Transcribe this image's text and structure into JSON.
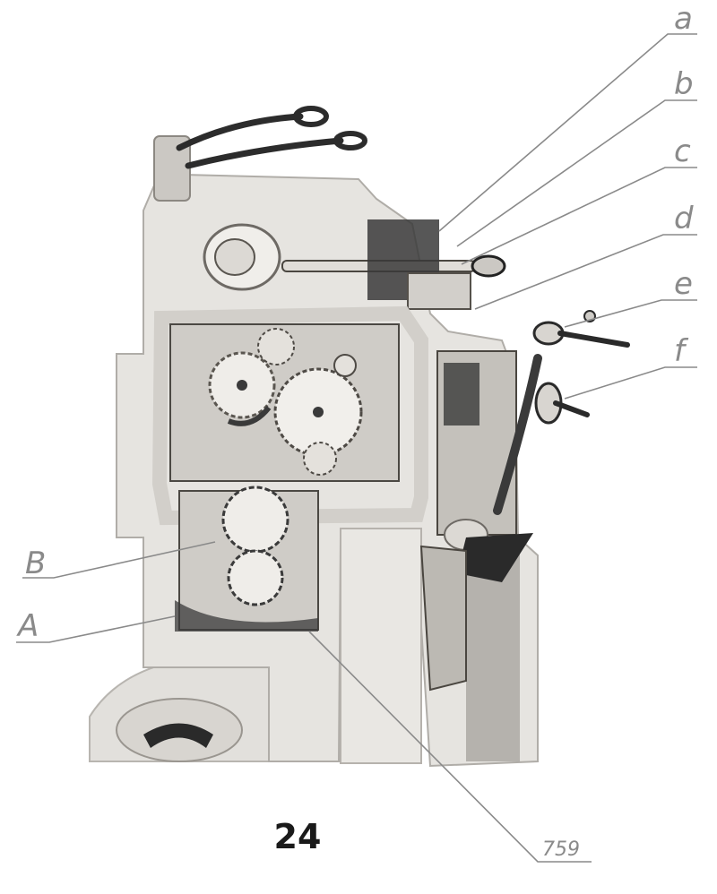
{
  "labels": {
    "a": "a",
    "b": "b",
    "c": "c",
    "d": "d",
    "e": "e",
    "f": "f",
    "B": "B",
    "A": "A",
    "ref": "759"
  },
  "page_number": "24",
  "colors": {
    "machine_body": "#e2e0dc",
    "machine_shadow": "#b8b5b0",
    "dark_metal": "#3a3a3a",
    "leader_line": "#8a8a8a"
  },
  "icons": [
    "machine-illustration",
    "gear-icon",
    "lever-icon",
    "handwheel-icon"
  ]
}
